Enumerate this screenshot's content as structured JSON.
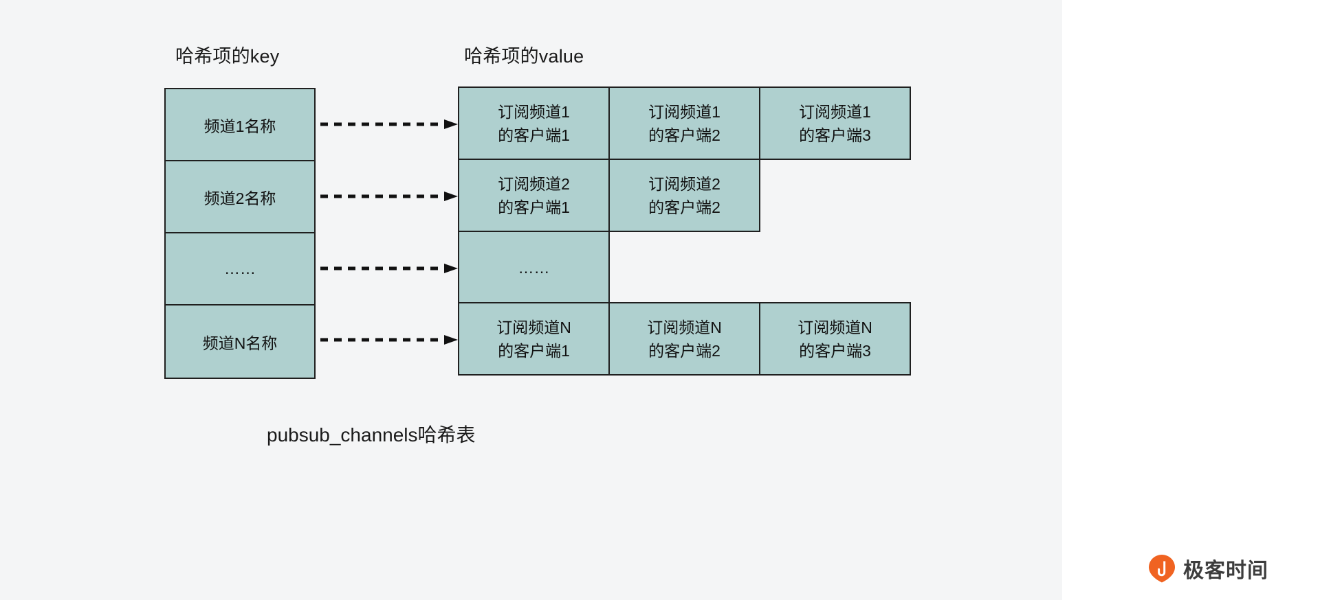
{
  "diagram": {
    "headers": {
      "key": "哈希项的key",
      "value": "哈希项的value"
    },
    "caption": "pubsub_channels哈希表",
    "colors": {
      "cell_fill": "#afd0cf",
      "cell_border": "#1f1f1f",
      "background": "#f4f5f6",
      "text": "#111111",
      "watermark_accent": "#f06321"
    },
    "key_column": {
      "cells": [
        {
          "label": "频道1名称"
        },
        {
          "label": "频道2名称"
        },
        {
          "label": "……"
        },
        {
          "label": "频道N名称"
        }
      ]
    },
    "value_rows": [
      {
        "cells": [
          {
            "line1": "订阅频道1",
            "line2": "的客户端1",
            "empty": false
          },
          {
            "line1": "订阅频道1",
            "line2": "的客户端2",
            "empty": false
          },
          {
            "line1": "订阅频道1",
            "line2": "的客户端3",
            "empty": false
          }
        ]
      },
      {
        "cells": [
          {
            "line1": "订阅频道2",
            "line2": "的客户端1",
            "empty": false
          },
          {
            "line1": "订阅频道2",
            "line2": "的客户端2",
            "empty": false
          },
          {
            "line1": "",
            "line2": "",
            "empty": true
          }
        ]
      },
      {
        "cells": [
          {
            "line1": "……",
            "line2": "",
            "empty": false
          },
          {
            "line1": "",
            "line2": "",
            "empty": true
          },
          {
            "line1": "",
            "line2": "",
            "empty": true
          }
        ]
      },
      {
        "cells": [
          {
            "line1": "订阅频道N",
            "line2": "的客户端1",
            "empty": false
          },
          {
            "line1": "订阅频道N",
            "line2": "的客户端2",
            "empty": false
          },
          {
            "line1": "订阅频道N",
            "line2": "的客户端3",
            "empty": false
          }
        ]
      }
    ],
    "arrows": [
      {
        "name": "arrow-channel-1",
        "style": "dashed-right"
      },
      {
        "name": "arrow-channel-2",
        "style": "dashed-right"
      },
      {
        "name": "arrow-channel-ellipsis",
        "style": "dashed-right"
      },
      {
        "name": "arrow-channel-n",
        "style": "dashed-right"
      }
    ]
  },
  "watermark": {
    "text": "极客时间",
    "icon": "geekbang-logo-icon"
  }
}
